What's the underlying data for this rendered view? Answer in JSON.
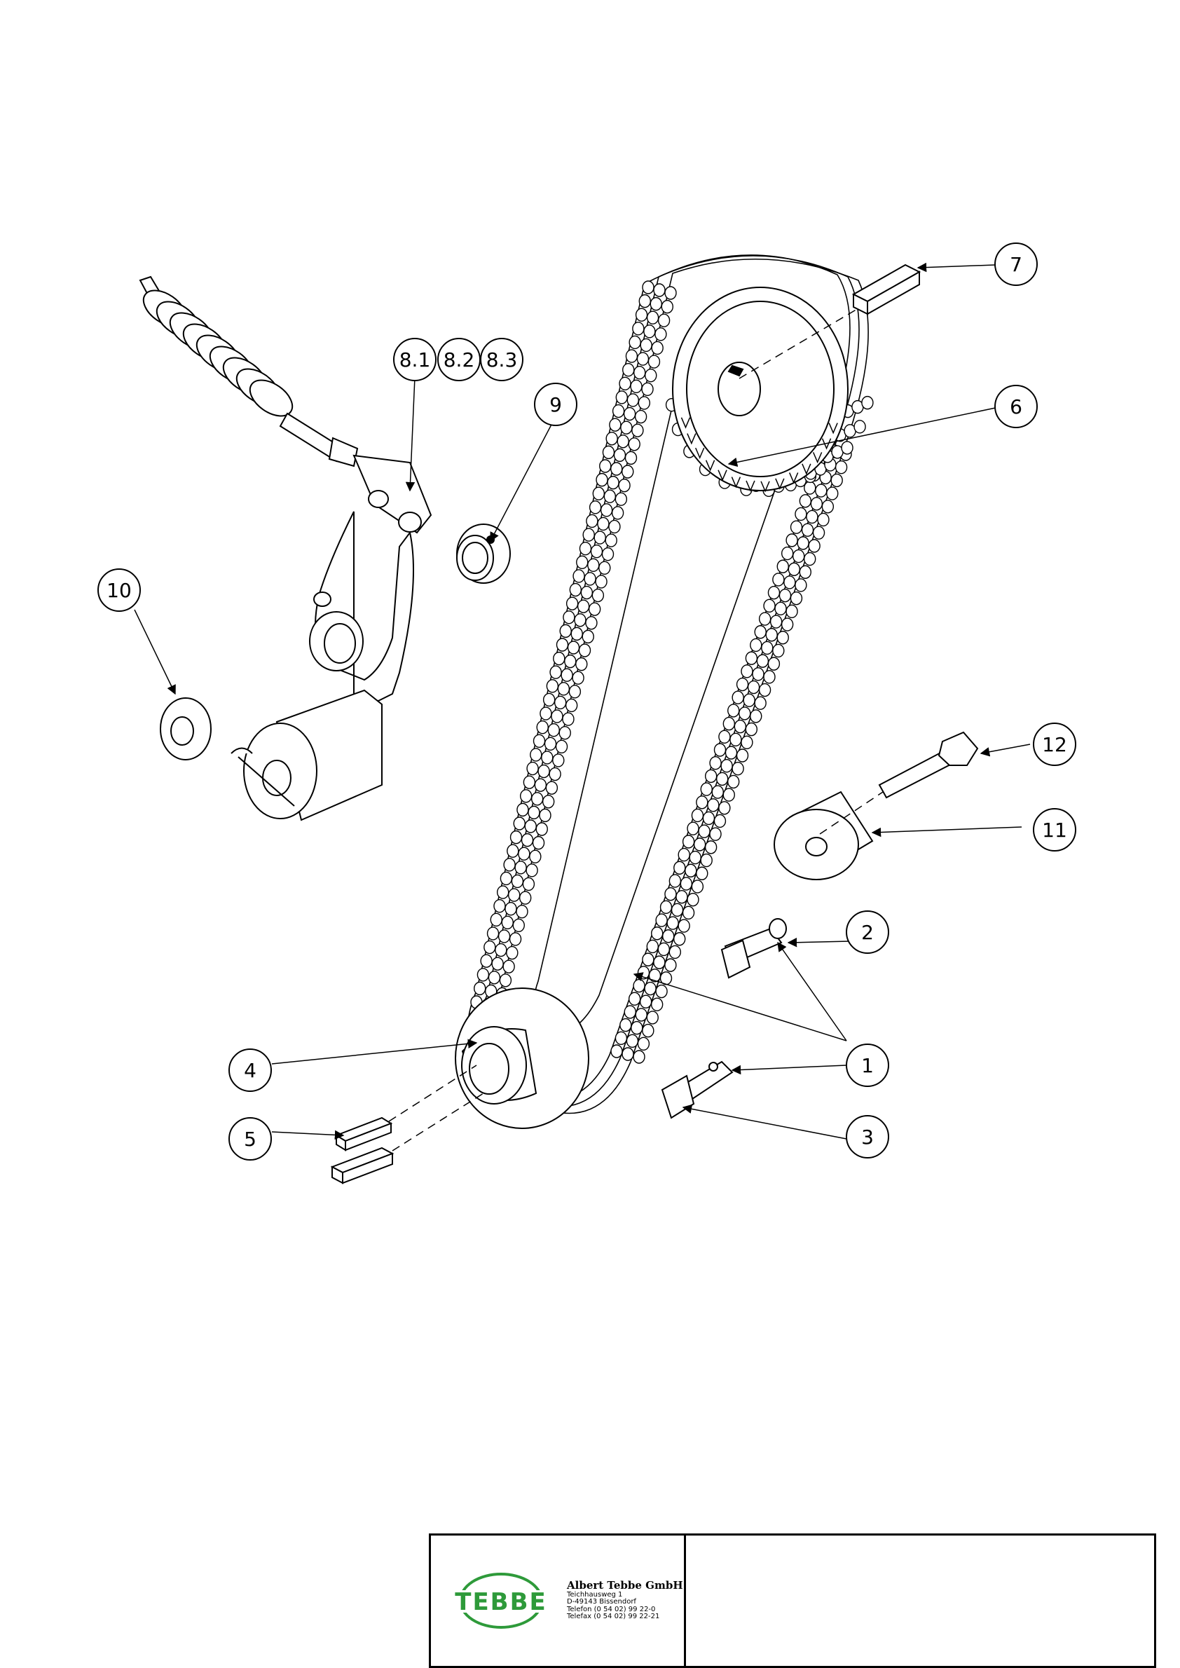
{
  "drawing": {
    "callouts": [
      {
        "id": "c1",
        "label": "1"
      },
      {
        "id": "c2",
        "label": "2"
      },
      {
        "id": "c3",
        "label": "3"
      },
      {
        "id": "c4",
        "label": "4"
      },
      {
        "id": "c5",
        "label": "5"
      },
      {
        "id": "c6",
        "label": "6"
      },
      {
        "id": "c7",
        "label": "7"
      },
      {
        "id": "c81",
        "label": "8.1"
      },
      {
        "id": "c82",
        "label": "8.2"
      },
      {
        "id": "c83",
        "label": "8.3"
      },
      {
        "id": "c9",
        "label": "9"
      },
      {
        "id": "c10",
        "label": "10"
      },
      {
        "id": "c11",
        "label": "11"
      },
      {
        "id": "c12",
        "label": "12"
      }
    ],
    "colors": {
      "line": "#000000",
      "logo_green": "#2e9a3a"
    }
  },
  "title_block": {
    "logo_text": "TEBBE",
    "company": "Albert Tebbe GmbH",
    "street": "Teichhausweg 1",
    "city": "D-49143 Bissendorf",
    "phone": "Telefon (0 54 02) 99 22-0",
    "fax": "Telefax (0 54 02) 99 22-21"
  }
}
